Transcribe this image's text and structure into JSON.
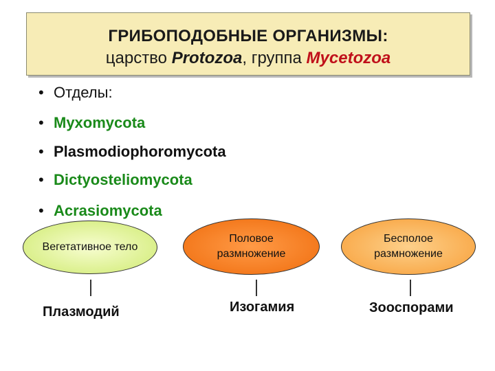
{
  "title": {
    "line1": "ГРИБОПОДОБНЫЕ ОРГАНИЗМЫ:",
    "line2_prefix": "царство ",
    "line2_kingdom": "Protozoa",
    "line2_middle": ", группа ",
    "line2_group": "Mycetozoa"
  },
  "bullet_char": "•",
  "bullets": [
    "Отделы:",
    "Myxomycota",
    "Plasmodiophoromycota",
    "Dictyosteliomycota",
    "Acrasiomycota"
  ],
  "nodes": [
    {
      "label": "Вегетативное тело",
      "result": "Плазмодий"
    },
    {
      "label_line1": "Половое",
      "label_line2": "размножение",
      "result": "Изогамия"
    },
    {
      "label_line1": "Бесполое",
      "label_line2": "размножение",
      "result": "Зооспорами"
    }
  ],
  "colors": {
    "title_bg": "#f7ecb6",
    "accent_red": "#c0101a",
    "accent_green": "#1a8a1a",
    "node1_fill": "#d9ef88",
    "node2_fill": "#f47a1e",
    "node3_fill": "#f9ad50"
  }
}
